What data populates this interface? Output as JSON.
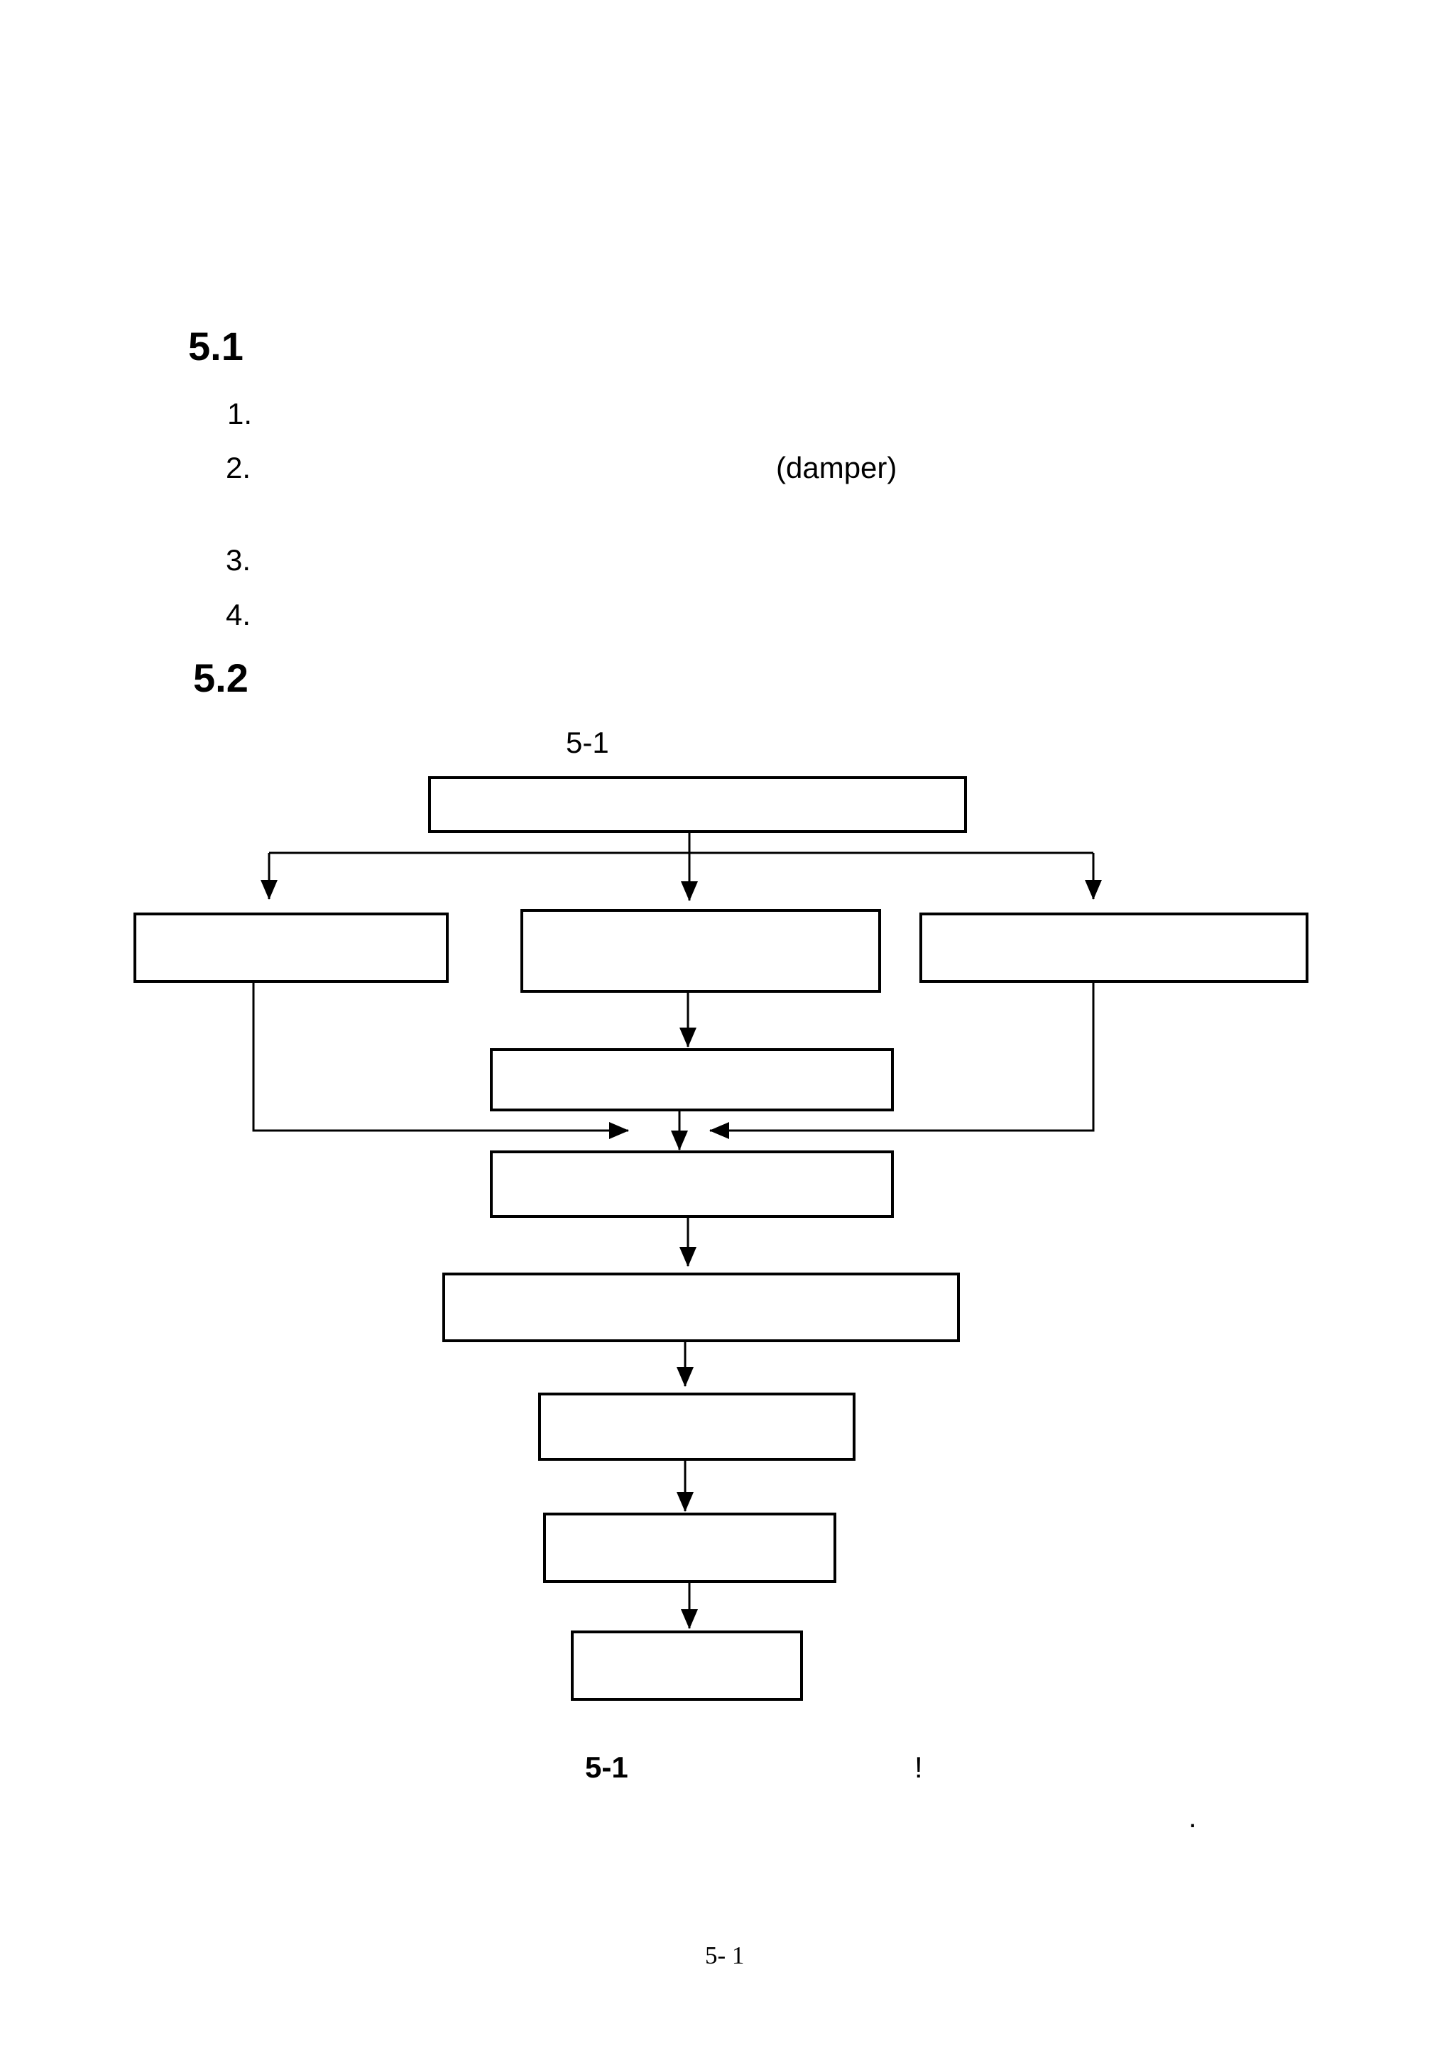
{
  "page": {
    "background": "#ffffff",
    "ink": "#000000"
  },
  "document": {
    "heading_5_1": "5.1",
    "heading_5_2": "5.2",
    "list_items": [
      {
        "marker": "1.",
        "note": ""
      },
      {
        "marker": "2.",
        "note": "(damper)"
      },
      {
        "marker": "3.",
        "note": ""
      },
      {
        "marker": "4.",
        "note": ""
      }
    ],
    "figure_top_label": "5-1",
    "caption": {
      "number": "5-1",
      "mark": "!"
    },
    "stray_period": ".",
    "footer_page_number": "5- 1"
  },
  "flowchart": {
    "type": "flow-diagram",
    "description": "vertical process flowchart of empty rectangular boxes: one source box branching into three boxes, center branch passing through one box, all three merging into a single chain of five more boxes",
    "nodes": [
      {
        "id": "top",
        "label": ""
      },
      {
        "id": "branch-left",
        "label": ""
      },
      {
        "id": "branch-center",
        "label": ""
      },
      {
        "id": "branch-right",
        "label": ""
      },
      {
        "id": "center-step",
        "label": ""
      },
      {
        "id": "merge-step",
        "label": ""
      },
      {
        "id": "wide-step",
        "label": ""
      },
      {
        "id": "step-6",
        "label": ""
      },
      {
        "id": "step-7",
        "label": ""
      },
      {
        "id": "final-step",
        "label": ""
      }
    ]
  }
}
